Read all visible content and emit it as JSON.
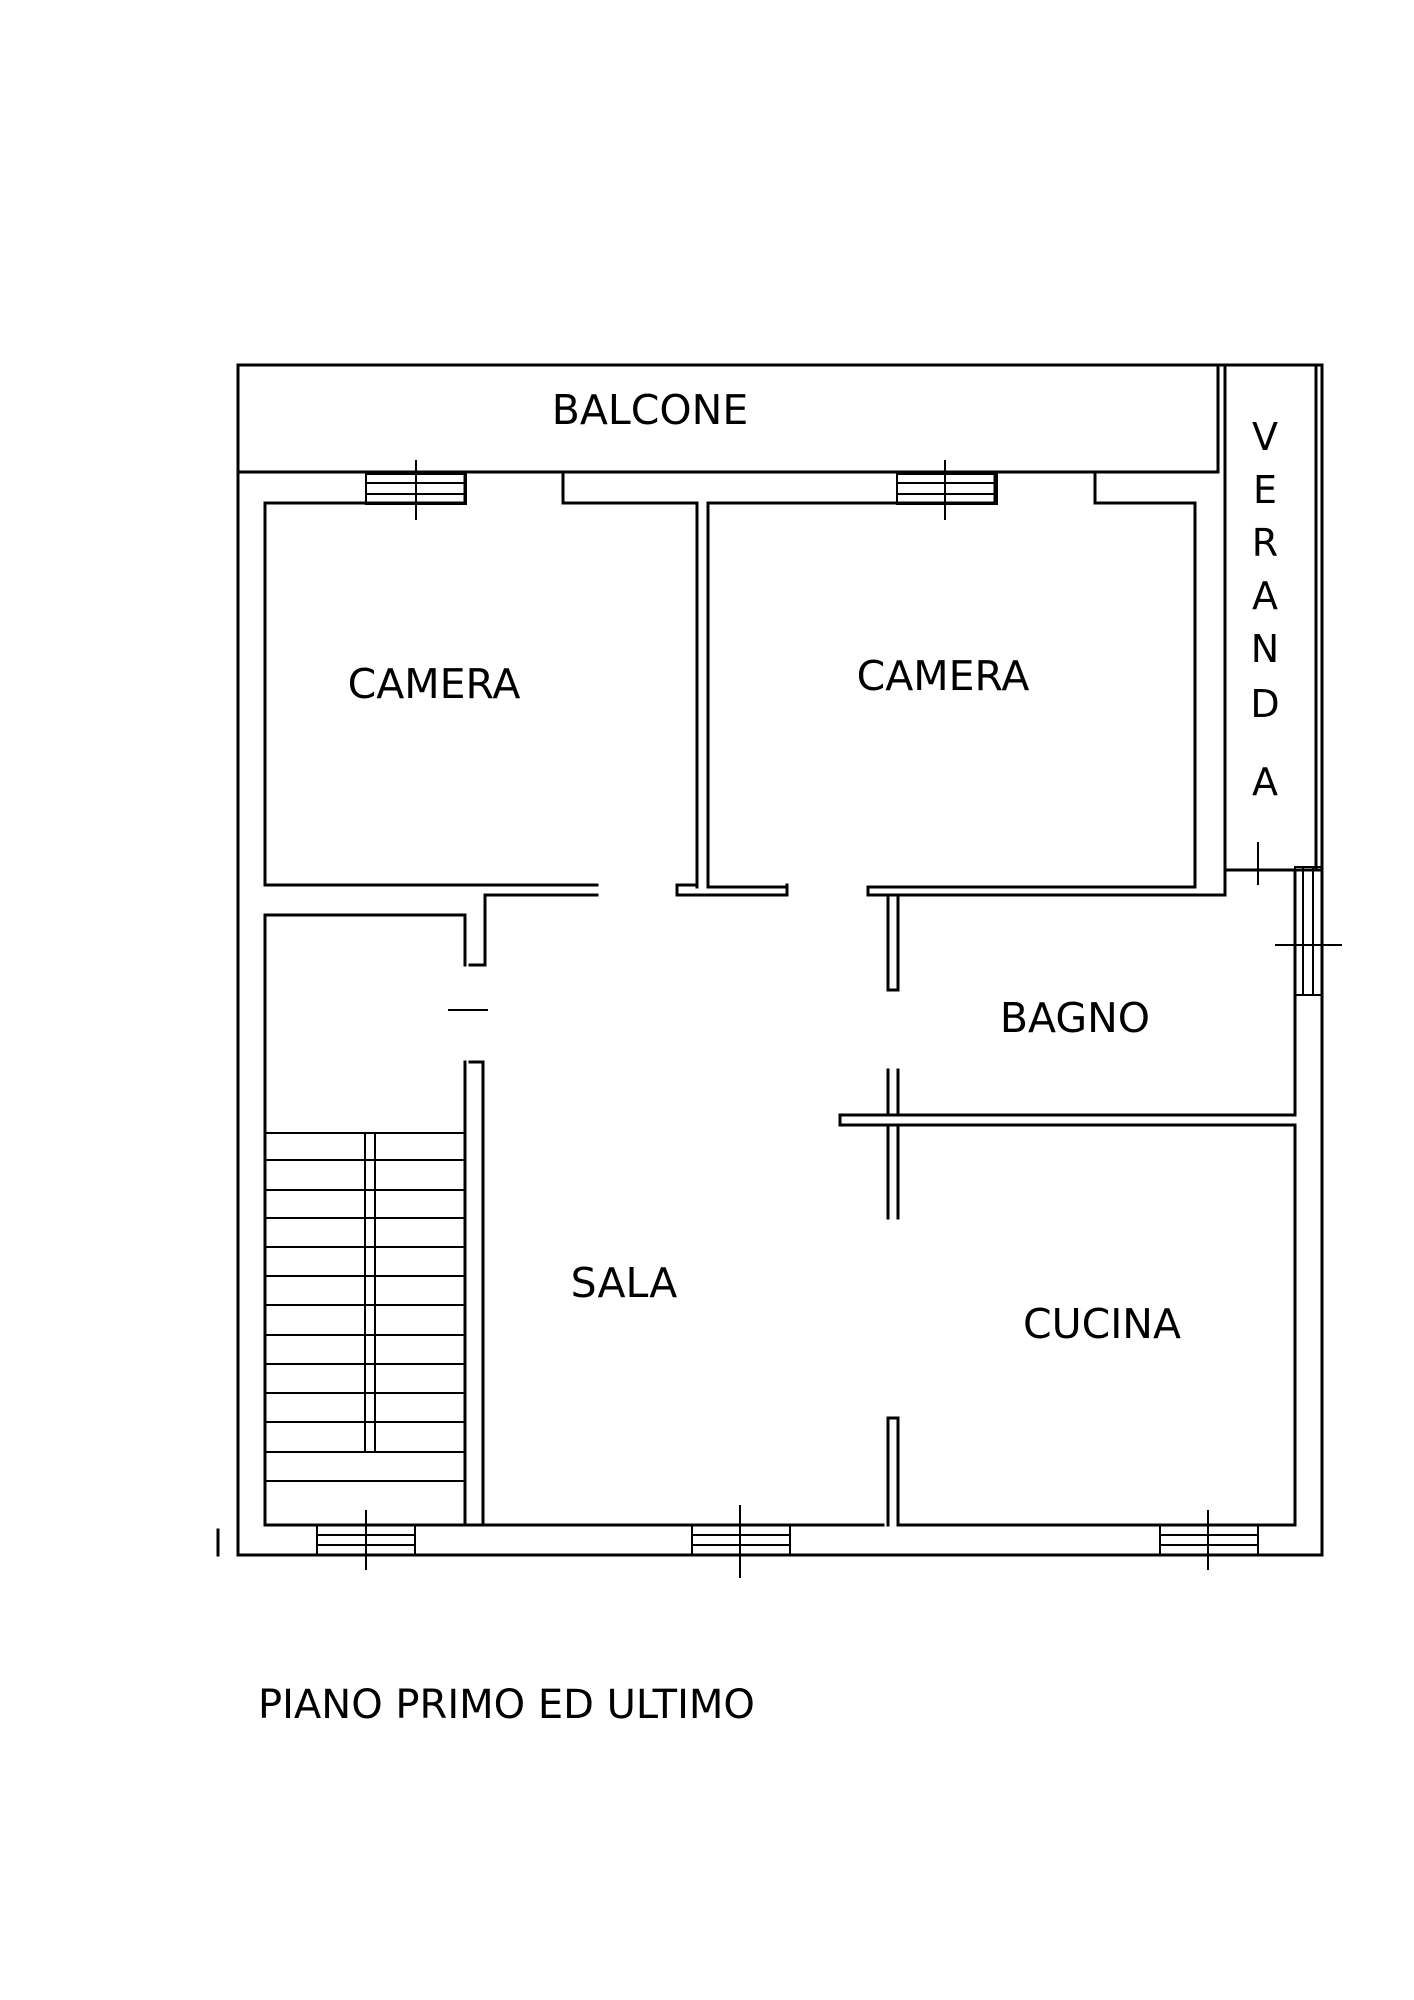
{
  "rooms": {
    "balcone": "BALCONE",
    "veranda": [
      "V",
      "E",
      "R",
      "A",
      "N",
      "D",
      "A"
    ],
    "camera_left": "CAMERA",
    "camera_right": "CAMERA",
    "bagno": "BAGNO",
    "sala": "SALA",
    "cucina": "CUCINA"
  },
  "caption": "PIANO PRIMO ED ULTIMO"
}
